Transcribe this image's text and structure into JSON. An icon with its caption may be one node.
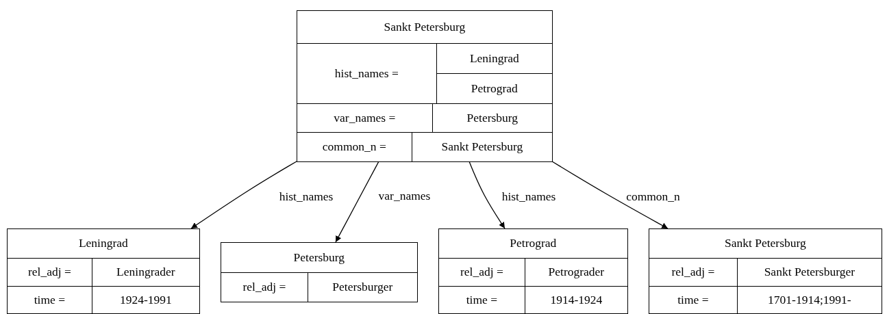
{
  "diagram": {
    "nodes": [
      {
        "text": [
          "Sankt Petersburg",
          "hist_names =",
          "Leningrad",
          "Petrograd",
          "var_names =",
          "Petersburg",
          "common_n =",
          "Sankt Petersburg"
        ]
      },
      {
        "text": [
          "Leningrad",
          "rel_adj =",
          "Leningrader",
          "time =",
          "1924-1991"
        ]
      },
      {
        "text": [
          "Petersburg",
          "rel_adj =",
          "Petersburger"
        ]
      },
      {
        "text": [
          "Petrograd",
          "rel_adj =",
          "Petrograder",
          "time =",
          "1914-1924"
        ]
      },
      {
        "text": [
          "Sankt Petersburg",
          "rel_adj =",
          "Sankt Petersburger",
          "time =",
          "1701-1914;1991-"
        ]
      }
    ],
    "edges": [
      {
        "from": 0,
        "to": 1,
        "arrow": "to",
        "label": "hist_names"
      },
      {
        "from": 0,
        "to": 2,
        "arrow": "to",
        "label": "var_names"
      },
      {
        "from": 0,
        "to": 3,
        "arrow": "to",
        "label": "hist_names"
      },
      {
        "from": 0,
        "to": 4,
        "arrow": "to",
        "label": "common_n"
      }
    ]
  }
}
